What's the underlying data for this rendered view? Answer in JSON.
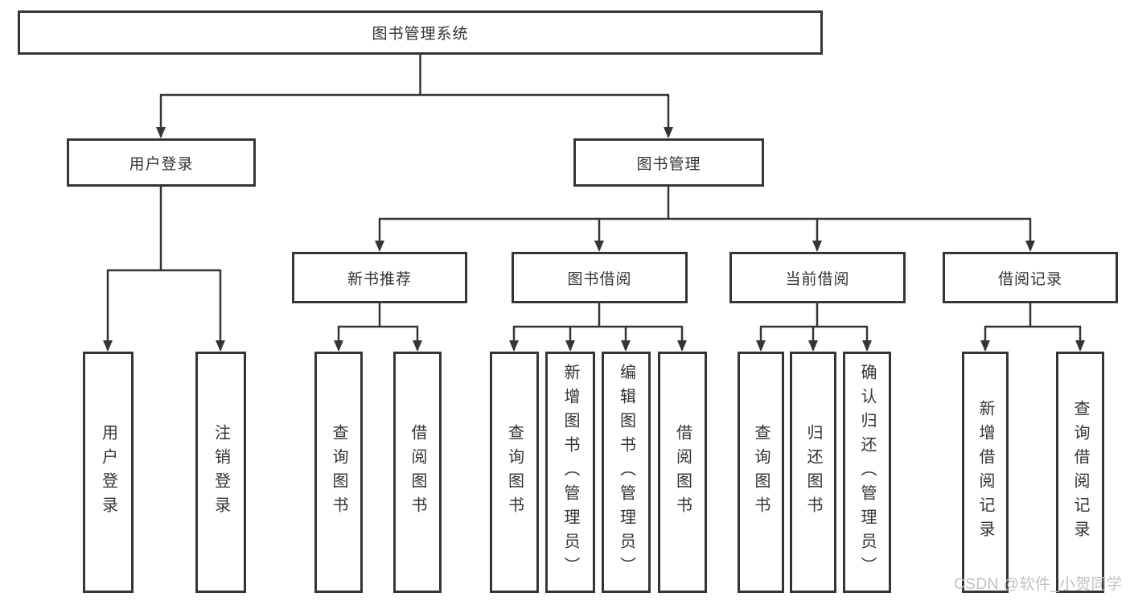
{
  "diagram_title": "图书管理系统",
  "tree": {
    "label": "图书管理系统",
    "children": [
      {
        "label": "用户登录",
        "children": [
          {
            "label": "用户登录"
          },
          {
            "label": "注销登录"
          }
        ]
      },
      {
        "label": "图书管理",
        "children": [
          {
            "label": "新书推荐",
            "children": [
              {
                "label": "查询图书"
              },
              {
                "label": "借阅图书"
              }
            ]
          },
          {
            "label": "图书借阅",
            "children": [
              {
                "label": "查询图书"
              },
              {
                "label": "新增图书（管理员）"
              },
              {
                "label": "编辑图书（管理员）"
              },
              {
                "label": "借阅图书"
              }
            ]
          },
          {
            "label": "当前借阅",
            "children": [
              {
                "label": "查询图书"
              },
              {
                "label": "归还图书"
              },
              {
                "label": "确认归还（管理员）"
              }
            ]
          },
          {
            "label": "借阅记录",
            "children": [
              {
                "label": "新增借阅记录"
              },
              {
                "label": "查询借阅记录"
              }
            ]
          }
        ]
      }
    ]
  },
  "watermark": {
    "text": "CSDN @软件_小贺同学"
  },
  "colors": {
    "line": "#353535",
    "box_border": "#353535",
    "text": "#333333",
    "watermark": "#c0c0c4",
    "background": "#ffffff"
  }
}
